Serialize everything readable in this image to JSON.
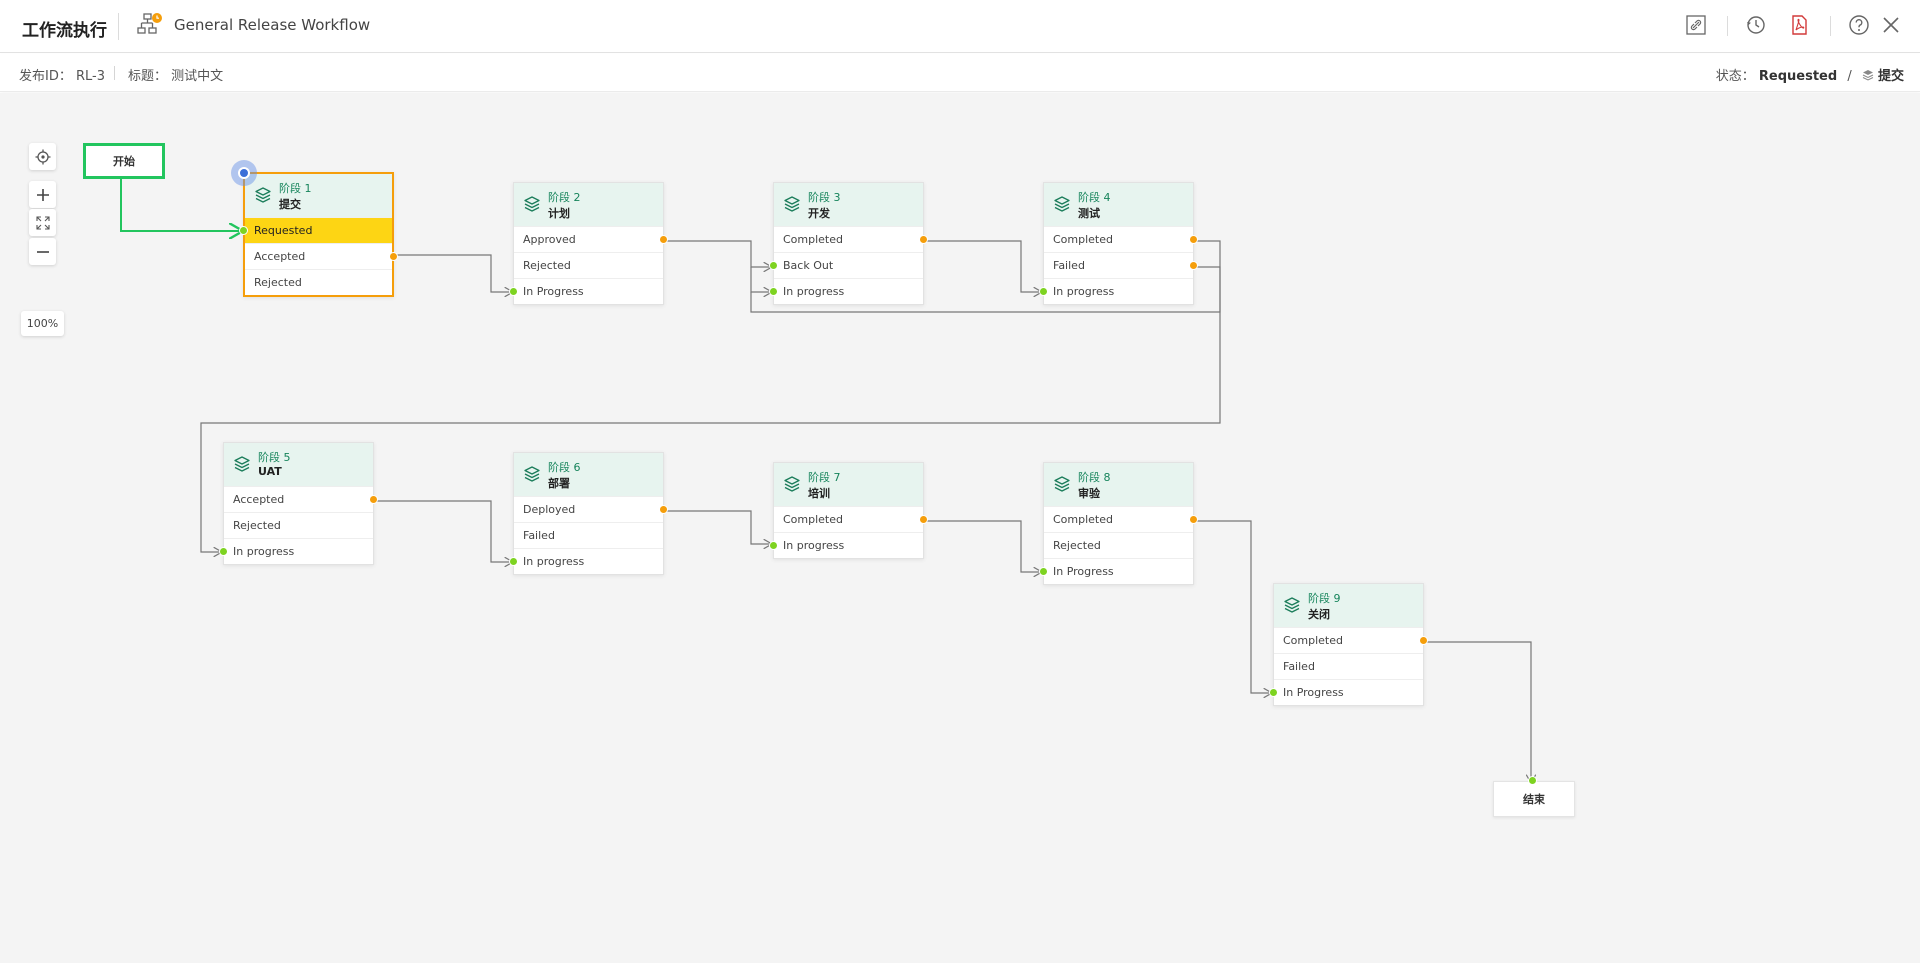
{
  "header": {
    "app_title": "工作流执行",
    "workflow_name": "General Release Workflow",
    "icons": [
      "link-icon",
      "history-icon",
      "pdf-icon",
      "help-icon",
      "close-icon"
    ]
  },
  "subheader": {
    "release_id_label": "发布ID：",
    "release_id": "RL-3",
    "title_label": "标题：",
    "title": "测试中文",
    "status_label": "状态：",
    "status": "Requested",
    "separator": "/",
    "current_stage": "提交"
  },
  "toolbar": {
    "zoom_level": "100%",
    "icons": [
      "locate-icon",
      "zoom-in-icon",
      "fit-screen-icon",
      "zoom-out-icon"
    ]
  },
  "nodes": {
    "start": "开始",
    "end": "结束"
  },
  "stages": [
    {
      "num": "阶段 1",
      "name": "提交",
      "rows": [
        "Requested",
        "Accepted",
        "Rejected"
      ]
    },
    {
      "num": "阶段 2",
      "name": "计划",
      "rows": [
        "Approved",
        "Rejected",
        "In Progress"
      ]
    },
    {
      "num": "阶段 3",
      "name": "开发",
      "rows": [
        "Completed",
        "Back Out",
        "In progress"
      ]
    },
    {
      "num": "阶段 4",
      "name": "测试",
      "rows": [
        "Completed",
        "Failed",
        "In progress"
      ]
    },
    {
      "num": "阶段 5",
      "name": "UAT",
      "rows": [
        "Accepted",
        "Rejected",
        "In progress"
      ]
    },
    {
      "num": "阶段 6",
      "name": "部署",
      "rows": [
        "Deployed",
        "Failed",
        "In progress"
      ]
    },
    {
      "num": "阶段 7",
      "name": "培训",
      "rows": [
        "Completed",
        "In progress"
      ]
    },
    {
      "num": "阶段 8",
      "name": "审验",
      "rows": [
        "Completed",
        "Rejected",
        "In Progress"
      ]
    },
    {
      "num": "阶段 9",
      "name": "关闭",
      "rows": [
        "Completed",
        "Failed",
        "In Progress"
      ]
    }
  ],
  "colors": {
    "accent_green": "#16845b",
    "start_border": "#22c55e",
    "active_border": "#f59e0b",
    "active_row": "#fdd514",
    "output_port": "#f59e0b",
    "input_port": "#7ed321"
  }
}
